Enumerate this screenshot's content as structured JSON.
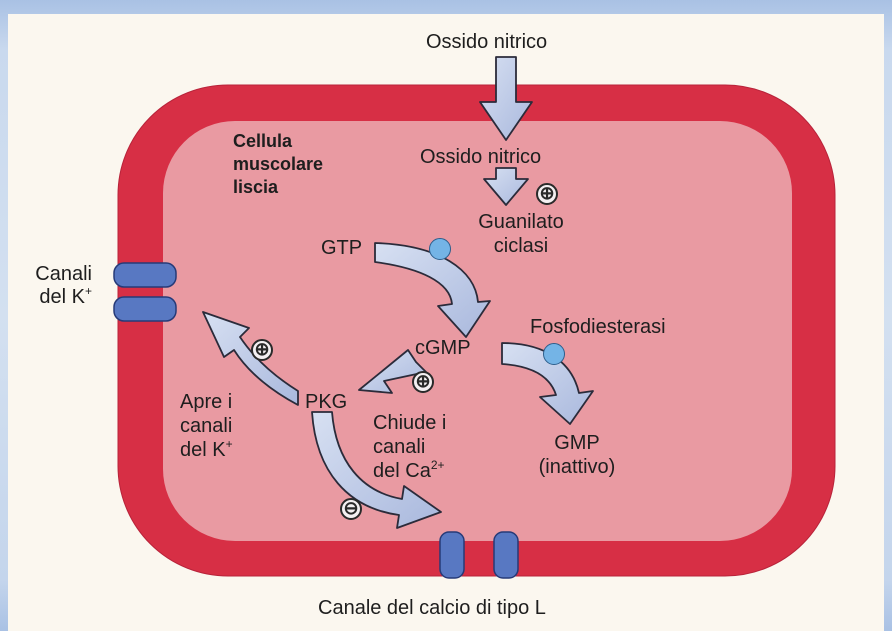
{
  "no_from_outside": "Ossido nitrico",
  "no_inside": "Ossido nitrico",
  "cell_title": [
    "Cellula",
    "muscolare",
    "liscia"
  ],
  "guanylate_cyclase": [
    "Guanilato",
    "ciclasi"
  ],
  "gtp": "GTP",
  "cgmp": "cGMP",
  "pkg": "PKG",
  "phosphodiesterase": "Fosfodiesterasi",
  "gmp": [
    "GMP",
    "(inattivo)"
  ],
  "k_channels": [
    "Canali",
    "del K"
  ],
  "k_plus": "+",
  "opens_k": [
    "Apre i",
    "canali",
    "del K"
  ],
  "closes_ca": [
    "Chiude i",
    "canali",
    "del Ca"
  ],
  "ca_charge": "2+",
  "l_type_channel": "Canale del calcio di tipo L",
  "plus_sign": "⊕",
  "minus_sign": "⊖",
  "colors": {
    "membrane": "#d72f45",
    "cytoplasm": "#e99aa2",
    "arrow_fill": "#bfcbe6",
    "arrow_stroke": "#2b2b3a",
    "channel": "#5878c2",
    "enzyme_dot": "#74b4e6"
  }
}
